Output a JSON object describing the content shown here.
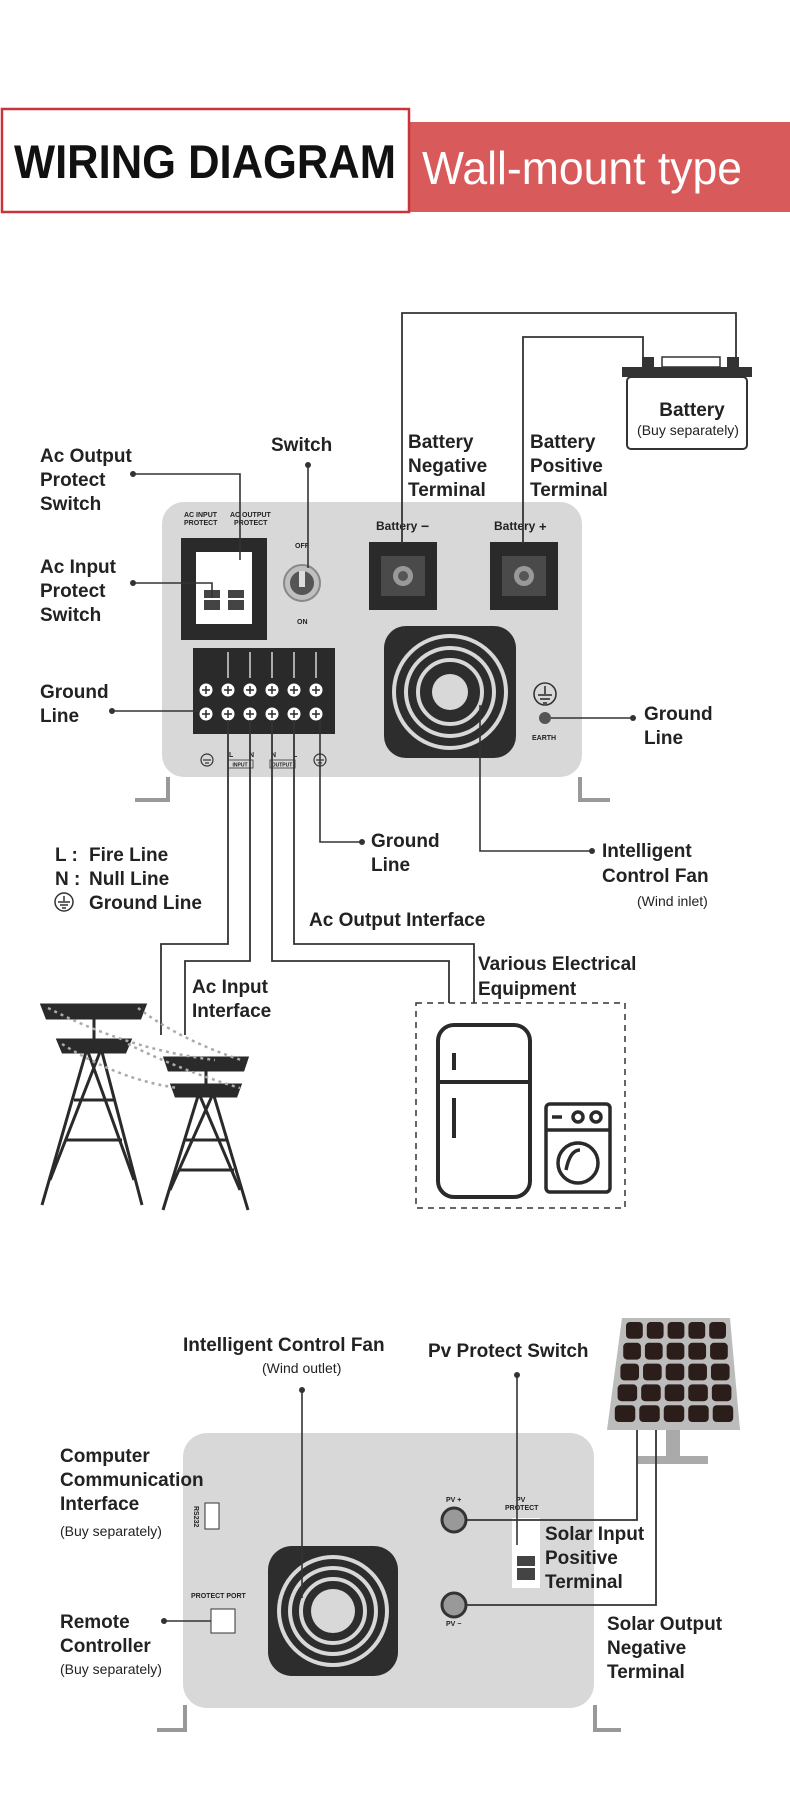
{
  "header": {
    "title": "WIRING DIAGRAM",
    "subtitle": "Wall-mount type",
    "accent_color": "#d95a5a",
    "border_color": "#c9343a"
  },
  "front_panel": {
    "ac_input_protect_tag": [
      "AC INPUT",
      "PROTECT"
    ],
    "ac_output_protect_tag": [
      "AC OUTPUT",
      "PROTECT"
    ],
    "off_label": "OFF",
    "on_label": "ON",
    "battery_neg_tag": "Battery",
    "battery_pos_tag": "Battery",
    "neg_sign": "−",
    "pos_sign": "+",
    "earth_tag": "EARTH",
    "terminal_tags": {
      "l1": "L",
      "n1": "N",
      "input": "INPUT",
      "n2": "N",
      "l2": "L",
      "output": "OUTPUT"
    }
  },
  "battery": {
    "title": "Battery",
    "note": "(Buy separately)"
  },
  "callouts": {
    "ac_output_protect_switch": [
      "Ac Output",
      "Protect",
      "Switch"
    ],
    "switch": "Switch",
    "battery_negative_terminal": [
      "Battery",
      "Negative",
      "Terminal"
    ],
    "battery_positive_terminal": [
      "Battery",
      "Positive",
      "Terminal"
    ],
    "ac_input_protect_switch": [
      "Ac Input",
      "Protect",
      "Switch"
    ],
    "ground_line_left": [
      "Ground",
      "Line"
    ],
    "ground_line_right": [
      "Ground",
      "Line"
    ],
    "ground_line_mid": [
      "Ground",
      "Line"
    ],
    "intelligent_control_fan": [
      "Intelligent",
      "Control Fan"
    ],
    "wind_inlet": "(Wind inlet)",
    "ac_output_interface": "Ac Output Interface",
    "various_equipment": [
      "Various Electrical",
      "Equipment"
    ],
    "ac_input_interface": [
      "Ac Input",
      "Interface"
    ]
  },
  "legend": {
    "fire": {
      "key": "L :",
      "label": "Fire Line"
    },
    "null": {
      "key": "N :",
      "label": "Null Line"
    },
    "ground": {
      "label": "Ground Line"
    }
  },
  "rear": {
    "fan_title": "Intelligent Control Fan",
    "wind_outlet": "(Wind outlet)",
    "pv_protect_switch": "Pv Protect Switch",
    "computer_comm": [
      "Computer",
      "Communication",
      "Interface"
    ],
    "computer_note": "(Buy separately)",
    "rs232_tag": "RS232",
    "remote": [
      "Remote",
      "Controller"
    ],
    "remote_note": "(Buy separately)",
    "protect_port_tag": "PROTECT PORT",
    "pv_plus_tag": "PV +",
    "pv_protect_tag": [
      "PV",
      "PROTECT"
    ],
    "pv_minus_tag": "PV −",
    "solar_input": [
      "Solar Input",
      "Positive",
      "Terminal"
    ],
    "solar_output": [
      "Solar Output",
      "Negative",
      "Terminal"
    ]
  }
}
